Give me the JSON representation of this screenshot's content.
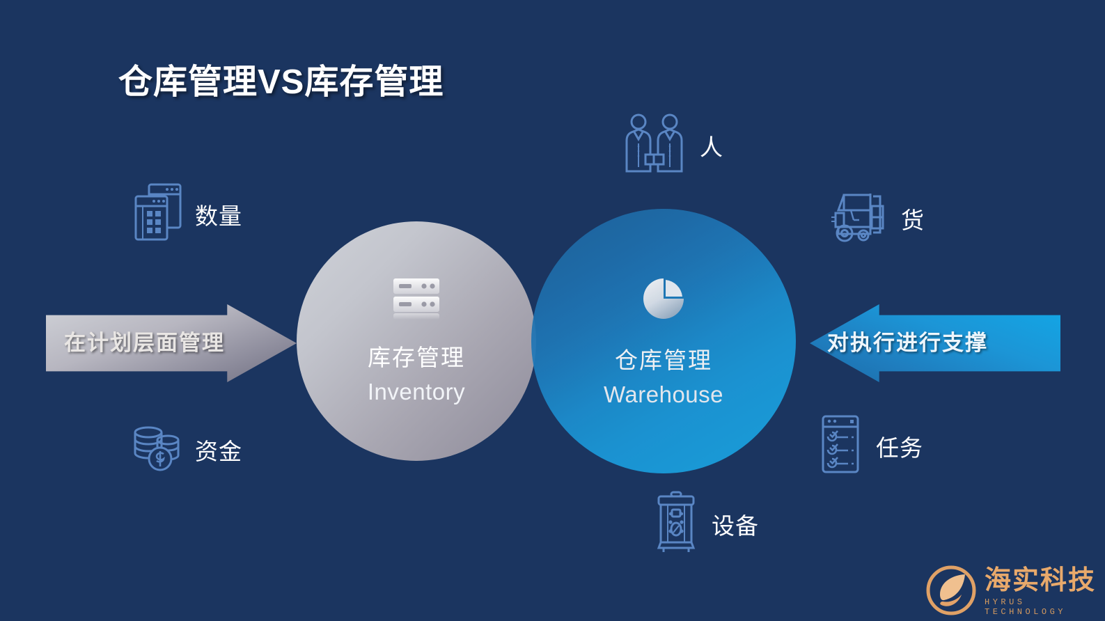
{
  "slide": {
    "title": "仓库管理VS库存管理",
    "background_color": "#1b3560"
  },
  "circles": {
    "left": {
      "name_cn": "库存管理",
      "name_en": "Inventory",
      "icon": "server-rack-icon",
      "accent_color": "#b5b4bf"
    },
    "right": {
      "name_cn": "仓库管理",
      "name_en": "Warehouse",
      "icon": "pie-chart-icon",
      "accent_color": "#1b9ada"
    }
  },
  "arrows": {
    "left": {
      "label": "在计划层面管理",
      "direction": "right",
      "color": "#a9a8b6"
    },
    "right": {
      "label": "对执行进行支撑",
      "direction": "left",
      "color": "#1c95d6"
    }
  },
  "items": {
    "quantity": {
      "label": "数量",
      "icon": "stacked-windows-grid-icon"
    },
    "funds": {
      "label": "资金",
      "icon": "coin-stack-dollar-icon"
    },
    "people": {
      "label": "人",
      "icon": "two-businessmen-icon"
    },
    "goods": {
      "label": "货",
      "icon": "forklift-icon"
    },
    "tasks": {
      "label": "任务",
      "icon": "checklist-clipboard-icon"
    },
    "equipment": {
      "label": "设备",
      "icon": "machine-device-icon"
    }
  },
  "logo": {
    "name_cn": "海实科技",
    "name_en": "HYRUS TECHNOLOGY",
    "mark": "fish-circle-logo-icon",
    "color": "#e8a96b"
  }
}
